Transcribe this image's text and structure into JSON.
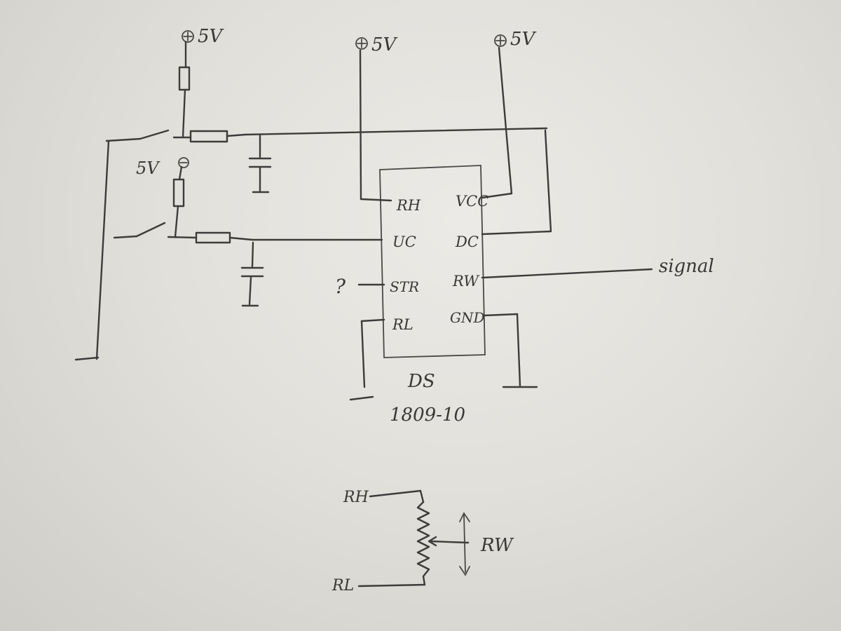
{
  "supplies": {
    "top_left": "5V",
    "mid_left": "5V",
    "rh_top": "5V",
    "vcc_top": "5V"
  },
  "chip": {
    "name_line1": "DS",
    "name_line2": "1809-10",
    "pins": {
      "rh": "RH",
      "vcc": "VCC",
      "uc": "UC",
      "dc": "DC",
      "str": "STR",
      "rw": "RW",
      "rl": "RL",
      "gnd": "GND"
    }
  },
  "str_note": "?",
  "signal_label": "signal",
  "pot_detail": {
    "rh": "RH",
    "rl": "RL",
    "rw": "RW"
  }
}
